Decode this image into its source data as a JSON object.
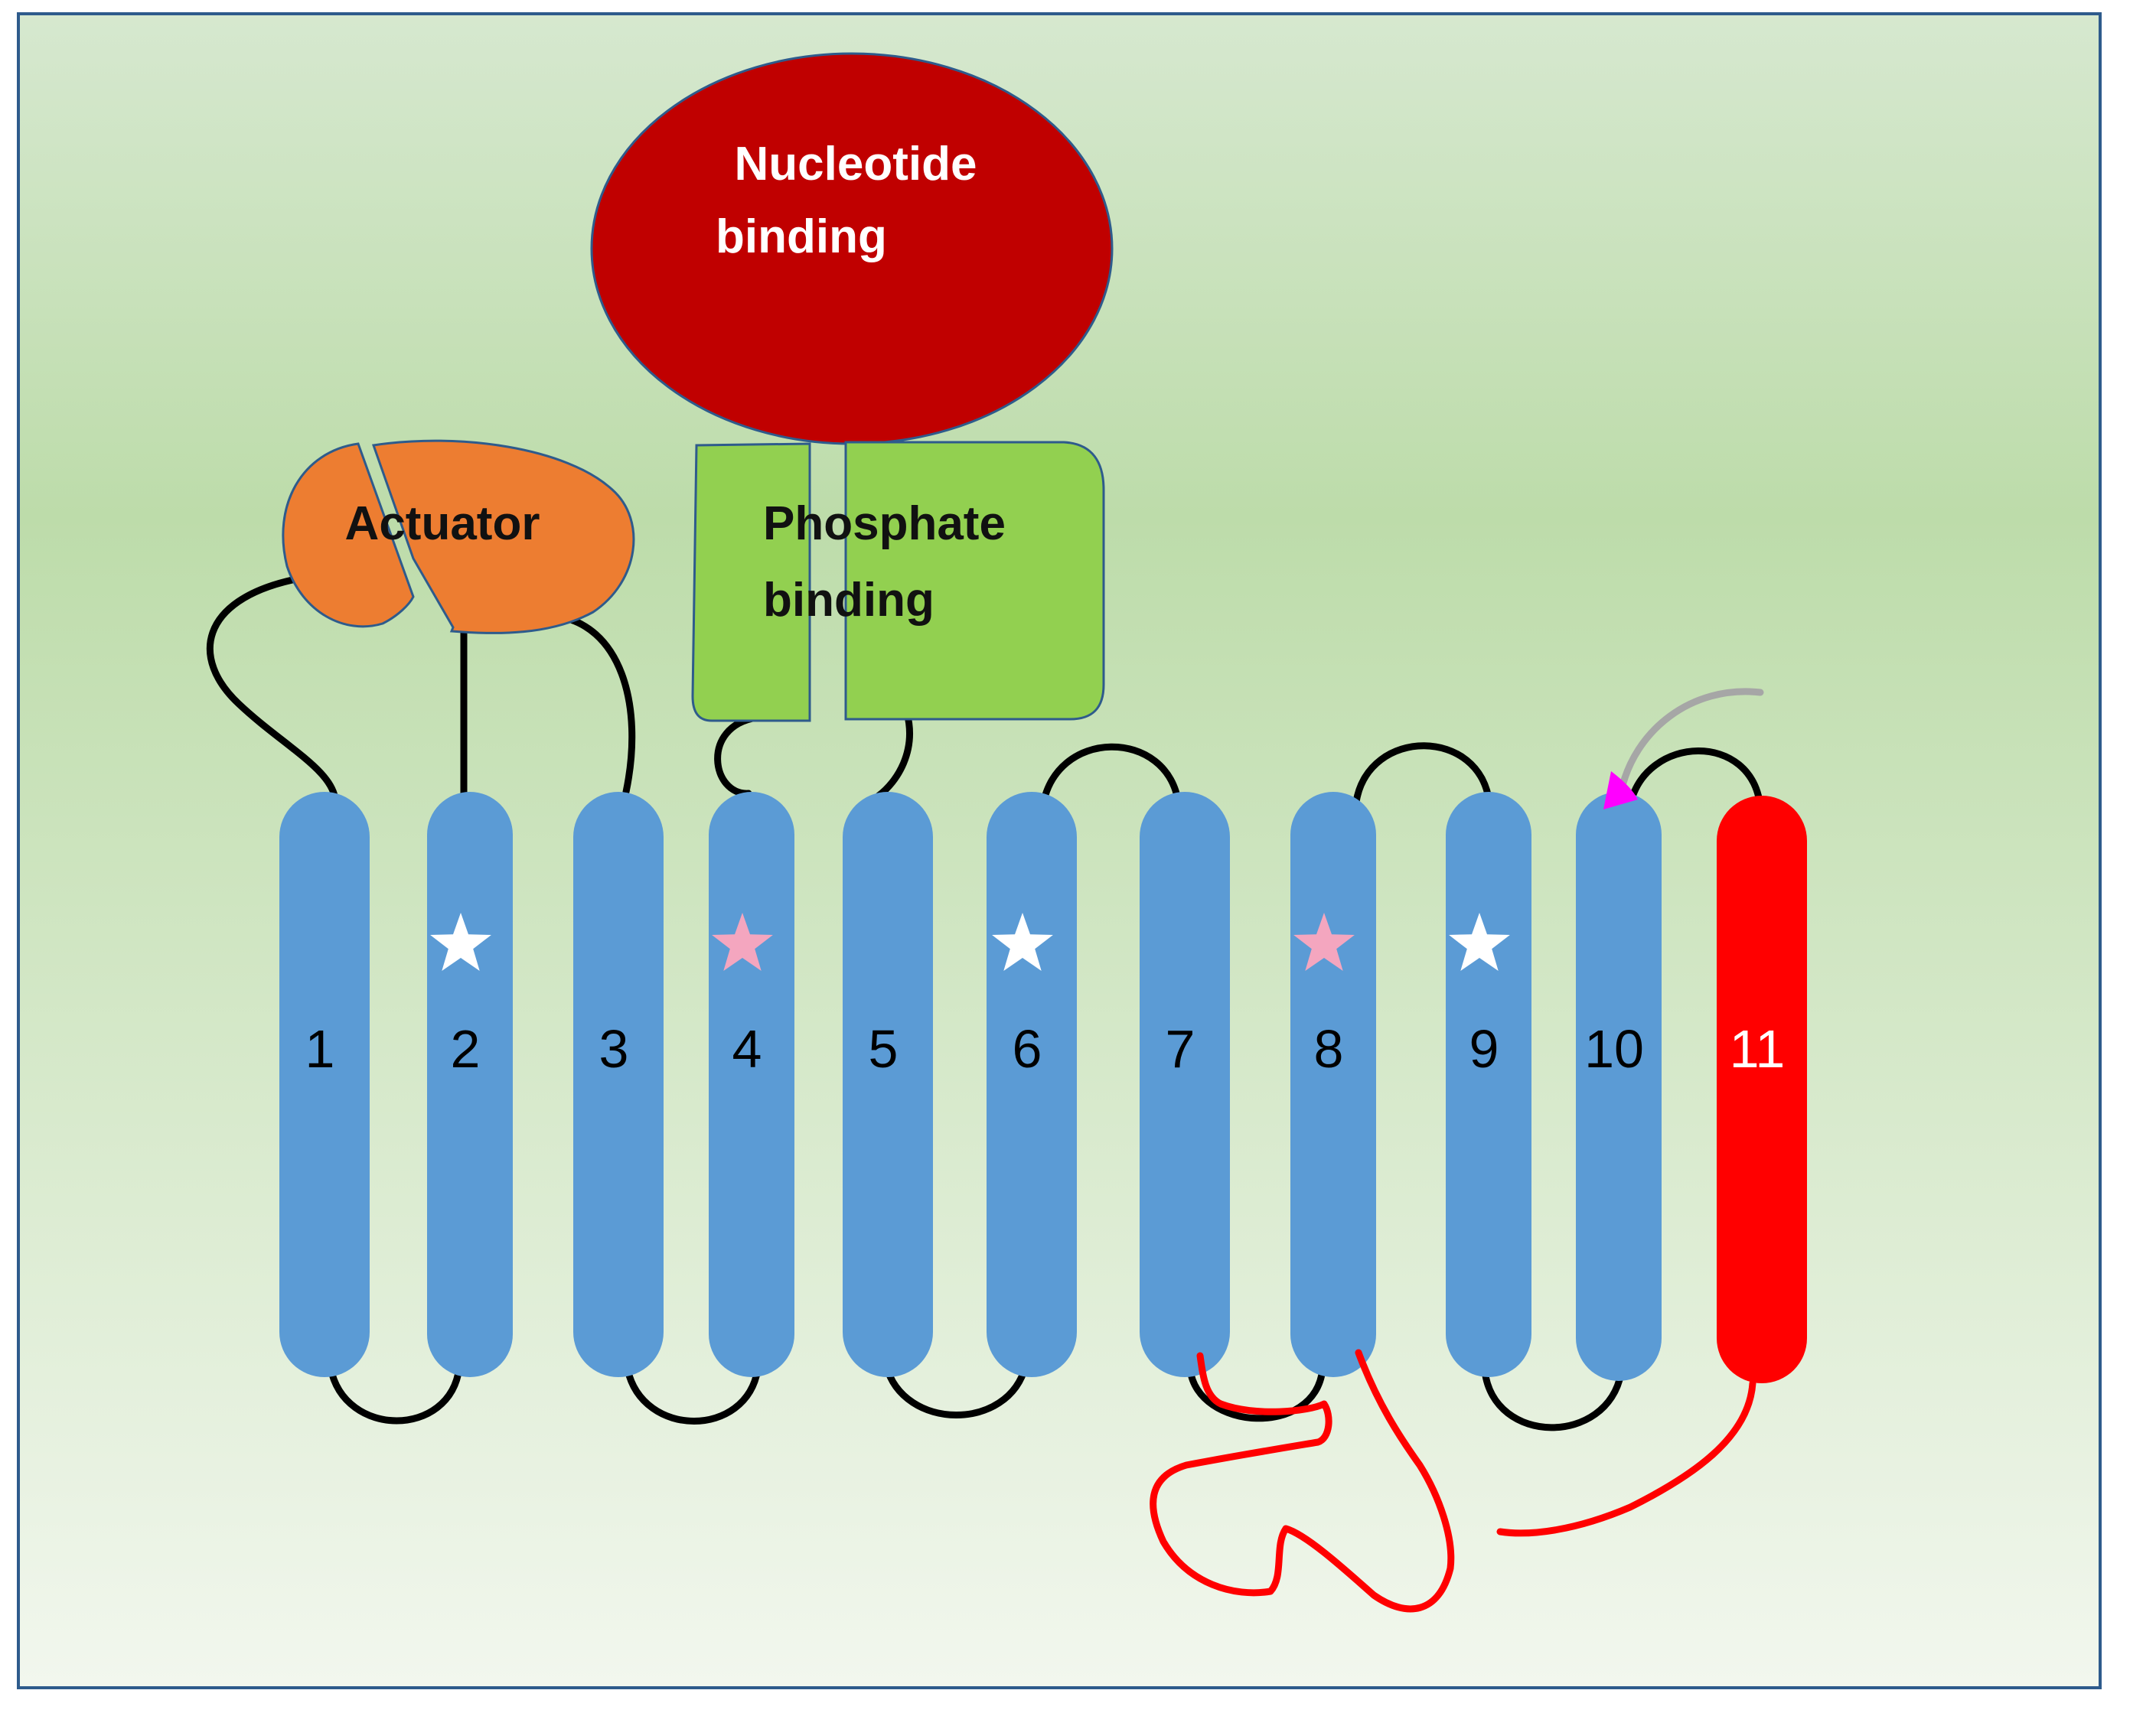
{
  "domains": {
    "nucleotide": {
      "lines": [
        "Nucleotide",
        "binding"
      ],
      "fill": "#c00000",
      "text_color": "#ffffff"
    },
    "actuator": {
      "lines": [
        "Actuator"
      ],
      "fill": "#ed7d31",
      "text_color": "#111111"
    },
    "phosphate": {
      "lines": [
        "Phosphate",
        "binding"
      ],
      "fill": "#92d050",
      "text_color": "#111111"
    }
  },
  "helices": [
    {
      "label": "1",
      "star": "none"
    },
    {
      "label": "2",
      "star": "white"
    },
    {
      "label": "3",
      "star": "none"
    },
    {
      "label": "4",
      "star": "pink"
    },
    {
      "label": "5",
      "star": "none"
    },
    {
      "label": "6",
      "star": "white"
    },
    {
      "label": "7",
      "star": "none"
    },
    {
      "label": "8",
      "star": "pink"
    },
    {
      "label": "9",
      "star": "white"
    },
    {
      "label": "10",
      "star": "none"
    },
    {
      "label": "11",
      "star": "none",
      "highlight": true
    }
  ],
  "colors": {
    "helix": "#5b9bd5",
    "helix_highlight": "#ff0000",
    "loop": "#000000",
    "red_loop": "#ff0000",
    "star_white": "#ffffff",
    "star_pink": "#f4a6bf",
    "marker": "#ff00ff",
    "grey_tail": "#a6a6a6",
    "border": "#2e5b8c",
    "background_top": "#d6e8cf",
    "background_mid": "#bddcaa",
    "background_bottom": "#f2f7ee"
  }
}
